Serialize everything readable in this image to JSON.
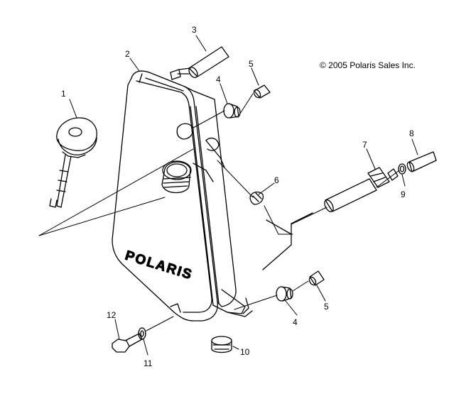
{
  "copyright": "© 2005 Polaris Sales Inc.",
  "brand_logo_text": "POLARIS",
  "callouts": {
    "c1": "1",
    "c2": "2",
    "c3": "3",
    "c4a": "4",
    "c4b": "4",
    "c5a": "5",
    "c5b": "5",
    "c6": "6",
    "c7": "7",
    "c8": "8",
    "c9": "9",
    "c10": "10",
    "c11": "11",
    "c12": "12"
  },
  "colors": {
    "line": "#000000",
    "background": "#ffffff"
  }
}
